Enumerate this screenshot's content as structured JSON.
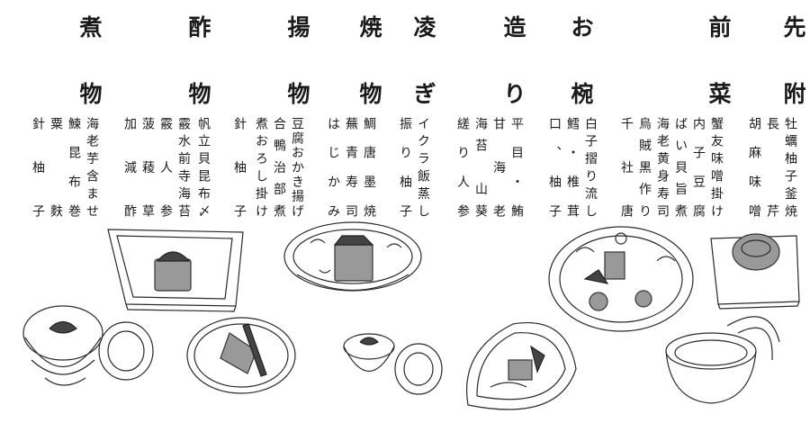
{
  "sections": [
    {
      "id": "sakizuke",
      "heading": [
        "先",
        "附"
      ],
      "items": [
        "牡蠣柚子釜焼",
        "長　芹",
        "胡麻味噌"
      ]
    },
    {
      "id": "zensai",
      "heading": [
        "前",
        "菜"
      ],
      "items": [
        "蟹友味噌掛け",
        "内子豆腐",
        "ばい貝旨煮",
        "海老黄身寿司",
        "烏賊黒作り",
        "千　社　唐"
      ]
    },
    {
      "id": "owan",
      "heading": [
        "お",
        "椀"
      ],
      "items": [
        "白子摺り流し",
        "鱈・椎茸",
        "口、柚子"
      ]
    },
    {
      "id": "tsukuri",
      "heading": [
        "造",
        "り"
      ],
      "items": [
        "平目・鮪",
        "甘　海　老",
        "海苔　山葵",
        "縒り人参"
      ]
    },
    {
      "id": "shinogi",
      "heading": [
        "凌",
        "ぎ"
      ],
      "items": [
        "イクラ飯蒸し",
        "振り柚子"
      ]
    },
    {
      "id": "yakimono",
      "heading": [
        "焼",
        "物"
      ],
      "items": [
        "鯛唐墨焼",
        "蕪青寿司",
        "はじかみ"
      ]
    },
    {
      "id": "agemono",
      "heading": [
        "揚",
        "物"
      ],
      "items": [
        "豆腐おかき揚げ",
        "合鴨治部煮",
        "煮おろし掛け",
        "針　柚　子"
      ]
    },
    {
      "id": "sunomono",
      "heading": [
        "酢",
        "物"
      ],
      "items": [
        "帆立貝昆布〆",
        "霰水前寺海苔",
        "霰　人　参",
        "菠　薐　草",
        "加　減　酢"
      ]
    },
    {
      "id": "nimono",
      "heading": [
        "煮",
        "物"
      ],
      "items": [
        "海老芋含ませ",
        "鰊　昆　布　巻",
        "粟　　　麩",
        "針　柚　子"
      ]
    }
  ],
  "illustration_icons": [
    "small-square-dish-icon",
    "lidded-bowl-icon",
    "round-platter-icon",
    "leaf-plate-icon",
    "oval-plate-icon",
    "lidded-cup-icon",
    "square-bowl-icon",
    "fish-plate-icon",
    "lacquer-bowls-icon"
  ]
}
